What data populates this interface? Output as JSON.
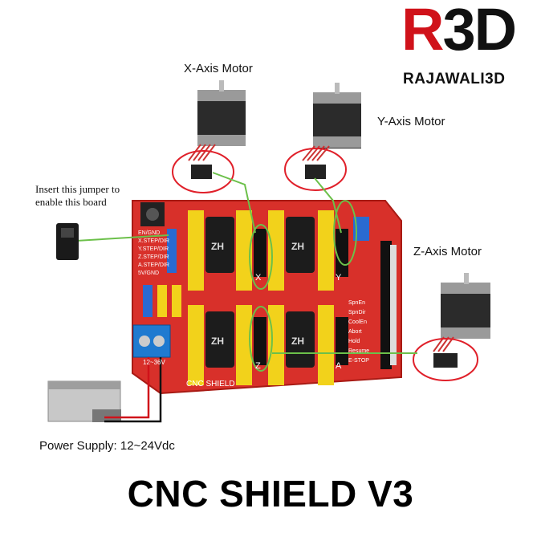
{
  "logo": {
    "mark": "R3D",
    "name": "RAJAWALI3D"
  },
  "motors": {
    "x": "X-Axis Motor",
    "y": "Y-Axis Motor",
    "z": "Z-Axis Motor"
  },
  "jumper_note": "Insert this jumper to enable this board",
  "power_supply": "Power Supply: 12~24Vdc",
  "board": {
    "name": "CNC SHIELD",
    "power_label": "12~36V",
    "left_pins": [
      "EN/GND",
      "X.STEP/DIR",
      "Y.STEP/DIR",
      "Z.STEP/DIR",
      "A.STEP/DIR",
      "5V/GND"
    ],
    "right_pins": [
      "SpnEn",
      "SpnDir",
      "CoolEn",
      "Abort",
      "Hold",
      "Resume",
      "E-STOP"
    ],
    "axis_marks": [
      "X",
      "Y",
      "Z",
      "A"
    ],
    "chip_text": "ZH"
  },
  "title": "CNC SHIELD V3",
  "colors": {
    "board": "#d8302a",
    "jumper_yellow": "#f2d21b",
    "annotation_green": "#6cc04a",
    "annotation_red": "#e0202a"
  }
}
